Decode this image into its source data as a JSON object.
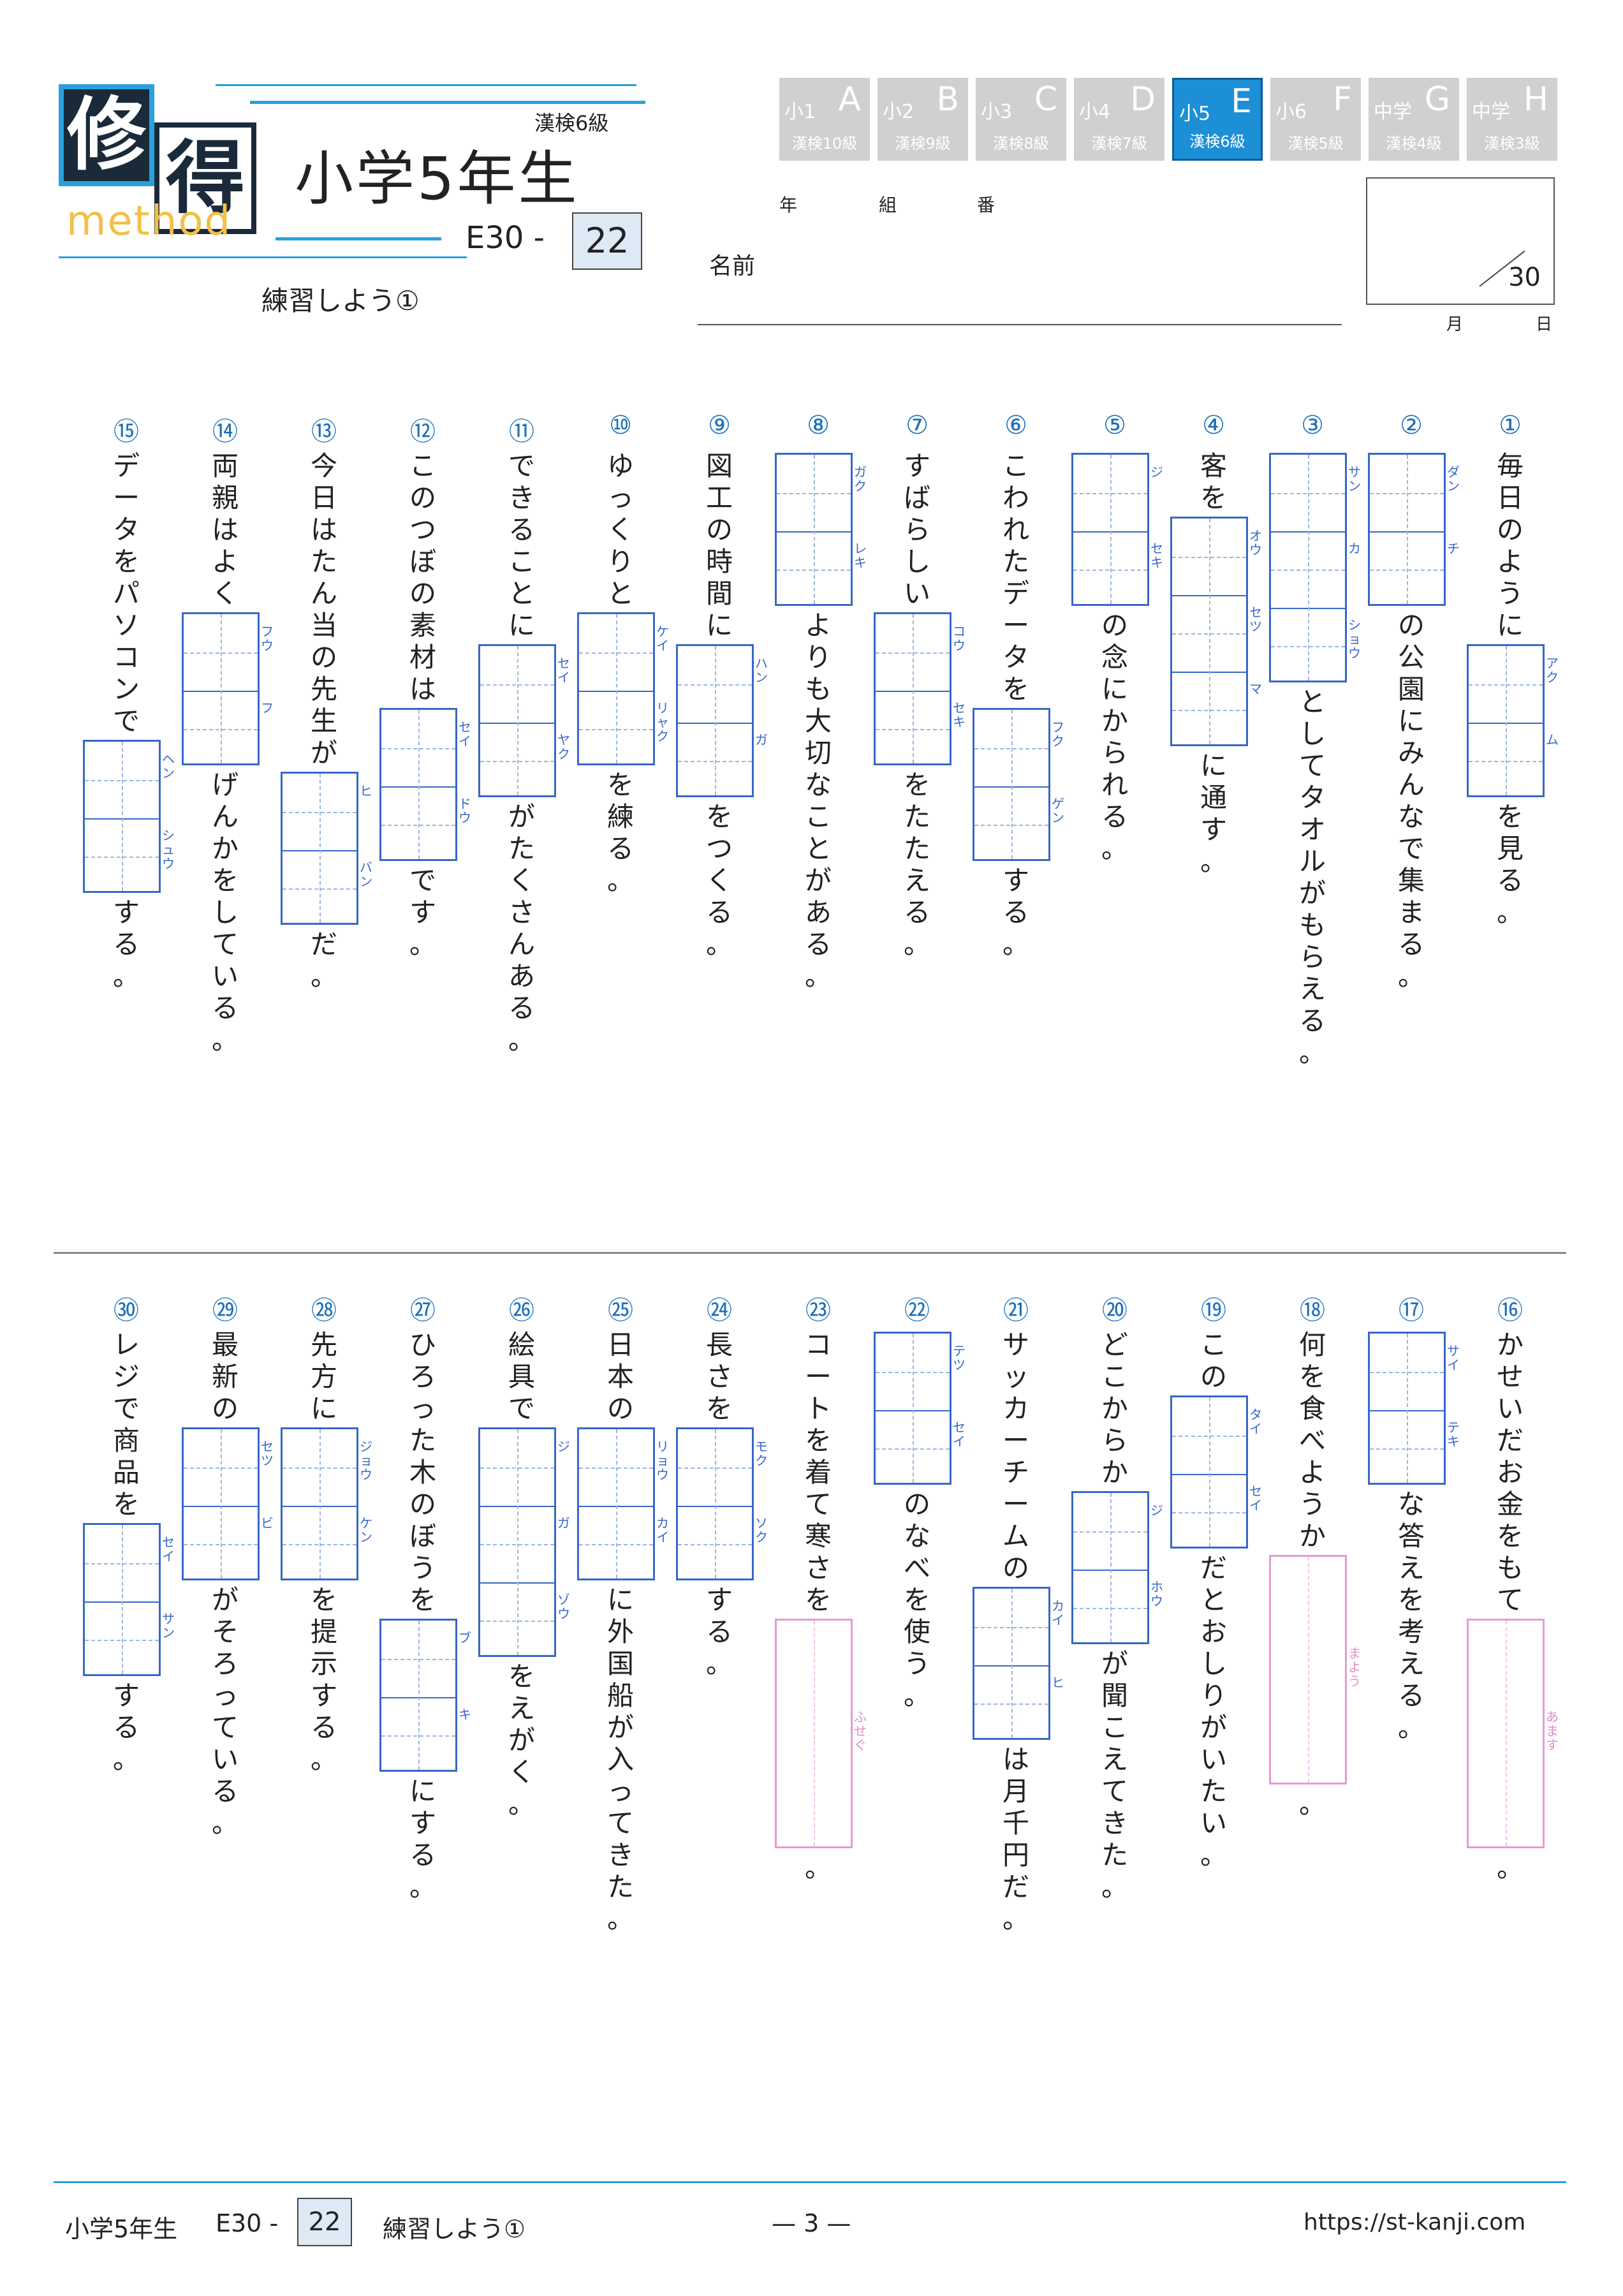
{
  "header": {
    "logo_kanji_1": "修",
    "logo_kanji_2": "得",
    "logo_word": "method",
    "kanken_level": "漢検6級",
    "grade": "小学5年生",
    "unit_code": "E30 -",
    "unit_number": "22",
    "subtitle": "練習しよう①"
  },
  "levels": [
    {
      "top": "小1",
      "letter": "A",
      "bottom": "漢検10級",
      "active": false
    },
    {
      "top": "小2",
      "letter": "B",
      "bottom": "漢検9級",
      "active": false
    },
    {
      "top": "小3",
      "letter": "C",
      "bottom": "漢検8級",
      "active": false
    },
    {
      "top": "小4",
      "letter": "D",
      "bottom": "漢検7級",
      "active": false
    },
    {
      "top": "小5",
      "letter": "E",
      "bottom": "漢検6級",
      "active": true
    },
    {
      "top": "小6",
      "letter": "F",
      "bottom": "漢検5級",
      "active": false
    },
    {
      "top": "中学",
      "letter": "G",
      "bottom": "漢検4級",
      "active": false
    },
    {
      "top": "中学",
      "letter": "H",
      "bottom": "漢検3級",
      "active": false
    }
  ],
  "student": {
    "year_label": "年",
    "class_label": "組",
    "number_label": "番",
    "name_label": "名前",
    "score_total": "30",
    "month_label": "月",
    "day_label": "日"
  },
  "questions": [
    {
      "num": "①",
      "segments": [
        {
          "t": "text",
          "v": "毎日のように"
        },
        {
          "t": "box",
          "r": [
            "アク",
            "ム"
          ]
        },
        {
          "t": "text",
          "v": "を見る。"
        }
      ]
    },
    {
      "num": "②",
      "segments": [
        {
          "t": "box",
          "r": [
            "ダン",
            "チ"
          ]
        },
        {
          "t": "text",
          "v": "の公園にみんなで集まる。"
        }
      ]
    },
    {
      "num": "③",
      "segments": [
        {
          "t": "box",
          "r": [
            "サン",
            "カ",
            "ショウ"
          ]
        },
        {
          "t": "text",
          "v": "としてタオルがもらえる。"
        }
      ]
    },
    {
      "num": "④",
      "segments": [
        {
          "t": "text",
          "v": "客を"
        },
        {
          "t": "box",
          "r": [
            "オウ",
            "セツ",
            "マ"
          ]
        },
        {
          "t": "text",
          "v": "に通す。"
        }
      ]
    },
    {
      "num": "⑤",
      "segments": [
        {
          "t": "box",
          "r": [
            "ジ",
            "セキ"
          ]
        },
        {
          "t": "text",
          "v": "の念にかられる。"
        }
      ]
    },
    {
      "num": "⑥",
      "segments": [
        {
          "t": "text",
          "v": "こわれたデータを"
        },
        {
          "t": "box",
          "r": [
            "フク",
            "ゲン"
          ]
        },
        {
          "t": "text",
          "v": "する。"
        }
      ]
    },
    {
      "num": "⑦",
      "segments": [
        {
          "t": "text",
          "v": "すばらしい"
        },
        {
          "t": "box",
          "r": [
            "コウ",
            "セキ"
          ]
        },
        {
          "t": "text",
          "v": "をたたえる。"
        }
      ]
    },
    {
      "num": "⑧",
      "segments": [
        {
          "t": "box",
          "r": [
            "ガク",
            "レキ"
          ]
        },
        {
          "t": "text",
          "v": "よりも大切なことがある。"
        }
      ]
    },
    {
      "num": "⑨",
      "segments": [
        {
          "t": "text",
          "v": "図工の時間に"
        },
        {
          "t": "box",
          "r": [
            "ハン",
            "ガ"
          ]
        },
        {
          "t": "text",
          "v": "をつくる。"
        }
      ]
    },
    {
      "num": "⑩",
      "segments": [
        {
          "t": "text",
          "v": "ゆっくりと"
        },
        {
          "t": "box",
          "r": [
            "ケイ",
            "リャク"
          ]
        },
        {
          "t": "text",
          "v": "を練る。"
        }
      ]
    },
    {
      "num": "⑪",
      "segments": [
        {
          "t": "text",
          "v": "できることに"
        },
        {
          "t": "box",
          "r": [
            "セイ",
            "ヤク"
          ]
        },
        {
          "t": "text",
          "v": "がたくさんある。"
        }
      ]
    },
    {
      "num": "⑫",
      "segments": [
        {
          "t": "text",
          "v": "このつぼの素材は"
        },
        {
          "t": "box",
          "r": [
            "セイ",
            "ドウ"
          ]
        },
        {
          "t": "text",
          "v": "です。"
        }
      ]
    },
    {
      "num": "⑬",
      "segments": [
        {
          "t": "text",
          "v": "今日はたん当の先生が"
        },
        {
          "t": "box",
          "r": [
            "ヒ",
            "バン"
          ]
        },
        {
          "t": "text",
          "v": "だ。"
        }
      ]
    },
    {
      "num": "⑭",
      "segments": [
        {
          "t": "text",
          "v": "両親はよく"
        },
        {
          "t": "box",
          "r": [
            "フウ",
            "フ"
          ]
        },
        {
          "t": "text",
          "v": "げんかをしている。"
        }
      ]
    },
    {
      "num": "⑮",
      "segments": [
        {
          "t": "text",
          "v": "データをパソコンで"
        },
        {
          "t": "box",
          "r": [
            "ヘン",
            "シュウ"
          ]
        },
        {
          "t": "text",
          "v": "する。"
        }
      ]
    },
    {
      "num": "⑯",
      "segments": [
        {
          "t": "text",
          "v": "かせいだお金をもて"
        },
        {
          "t": "pbox",
          "r": [
            "あます"
          ]
        },
        {
          "t": "text",
          "v": "。"
        }
      ]
    },
    {
      "num": "⑰",
      "segments": [
        {
          "t": "box",
          "r": [
            "サイ",
            "テキ"
          ]
        },
        {
          "t": "text",
          "v": "な答えを考える。"
        }
      ]
    },
    {
      "num": "⑱",
      "segments": [
        {
          "t": "text",
          "v": "何を食べようか"
        },
        {
          "t": "pbox",
          "r": [
            "まよう"
          ]
        },
        {
          "t": "text",
          "v": "。"
        }
      ]
    },
    {
      "num": "⑲",
      "segments": [
        {
          "t": "text",
          "v": "この"
        },
        {
          "t": "box",
          "r": [
            "タイ",
            "セイ"
          ]
        },
        {
          "t": "text",
          "v": "だとおしりがいたい。"
        }
      ]
    },
    {
      "num": "⑳",
      "segments": [
        {
          "t": "text",
          "v": "どこからか"
        },
        {
          "t": "box",
          "r": [
            "ジ",
            "ホウ"
          ]
        },
        {
          "t": "text",
          "v": "が聞こえてきた。"
        }
      ]
    },
    {
      "num": "㉑",
      "segments": [
        {
          "t": "text",
          "v": "サッカーチームの"
        },
        {
          "t": "box",
          "r": [
            "カイ",
            "ヒ"
          ]
        },
        {
          "t": "text",
          "v": "は月千円だ。"
        }
      ]
    },
    {
      "num": "㉒",
      "segments": [
        {
          "t": "box",
          "r": [
            "テツ",
            "セイ"
          ]
        },
        {
          "t": "text",
          "v": "のなべを使う。"
        }
      ]
    },
    {
      "num": "㉓",
      "segments": [
        {
          "t": "text",
          "v": "コートを着て寒さを"
        },
        {
          "t": "pbox",
          "r": [
            "ふせぐ"
          ]
        },
        {
          "t": "text",
          "v": "。"
        }
      ]
    },
    {
      "num": "㉔",
      "segments": [
        {
          "t": "text",
          "v": "長さを"
        },
        {
          "t": "box",
          "r": [
            "モク",
            "ソク"
          ]
        },
        {
          "t": "text",
          "v": "する。"
        }
      ]
    },
    {
      "num": "㉕",
      "segments": [
        {
          "t": "text",
          "v": "日本の"
        },
        {
          "t": "box",
          "r": [
            "リョウ",
            "カイ"
          ]
        },
        {
          "t": "text",
          "v": "に外国船が入ってきた。"
        }
      ]
    },
    {
      "num": "㉖",
      "segments": [
        {
          "t": "text",
          "v": "絵具で"
        },
        {
          "t": "box",
          "r": [
            "ジ",
            "ガ",
            "ゾウ"
          ]
        },
        {
          "t": "text",
          "v": "をえがく。"
        }
      ]
    },
    {
      "num": "㉗",
      "segments": [
        {
          "t": "text",
          "v": "ひろった木のぼうを"
        },
        {
          "t": "box",
          "r": [
            "ブ",
            "キ"
          ]
        },
        {
          "t": "text",
          "v": "にする。"
        }
      ]
    },
    {
      "num": "㉘",
      "segments": [
        {
          "t": "text",
          "v": "先方に"
        },
        {
          "t": "box",
          "r": [
            "ジョウ",
            "ケン"
          ]
        },
        {
          "t": "text",
          "v": "を提示する。"
        }
      ]
    },
    {
      "num": "㉙",
      "segments": [
        {
          "t": "text",
          "v": "最新の"
        },
        {
          "t": "box",
          "r": [
            "セツ",
            "ビ"
          ]
        },
        {
          "t": "text",
          "v": "がそろっている。"
        }
      ]
    },
    {
      "num": "㉚",
      "segments": [
        {
          "t": "text",
          "v": "レジで商品を"
        },
        {
          "t": "box",
          "r": [
            "セイ",
            "サン"
          ]
        },
        {
          "t": "text",
          "v": "する。"
        }
      ]
    }
  ],
  "footer": {
    "grade": "小学5年生",
    "unit_code": "E30 -",
    "unit_number": "22",
    "subtitle": "練習しよう①",
    "page": "— 3 —",
    "url": "https://st-kanji.com"
  }
}
